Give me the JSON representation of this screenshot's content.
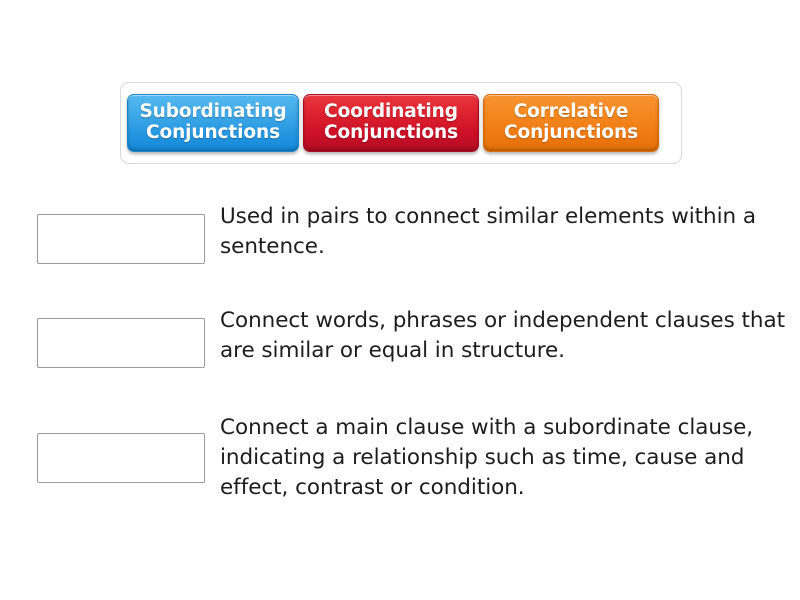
{
  "activity": {
    "type": "match-up-drag-and-drop",
    "tray": {
      "tiles": [
        {
          "label": "Subordinating\nConjunctions",
          "line1": "Subordinating",
          "line2": "Conjunctions",
          "color": "#2395e0",
          "color_name": "blue"
        },
        {
          "label": "Coordinating\nConjunctions",
          "line1": "Coordinating",
          "line2": "Conjunctions",
          "color": "#ca0f27",
          "color_name": "red"
        },
        {
          "label": "Correlative\nConjunctions",
          "line1": "Correlative",
          "line2": "Conjunctions",
          "color": "#ee7911",
          "color_name": "orange"
        }
      ]
    },
    "rows": [
      {
        "drop_value": "",
        "definition": "Used in pairs to connect similar elements within a sentence."
      },
      {
        "drop_value": "",
        "definition": "Connect words, phrases or independent clauses that are similar or equal in structure."
      },
      {
        "drop_value": "",
        "definition": "Connect a main clause with a subordinate clause, indicating a relationship such as time, cause and effect, contrast or condition."
      }
    ]
  },
  "colors": {
    "page_background": "#ffffff",
    "tray_border": "#d9d9d9",
    "drop_box_border": "#9b9b9b",
    "text": "#1d1d1d",
    "tile_text": "#ffffff"
  }
}
